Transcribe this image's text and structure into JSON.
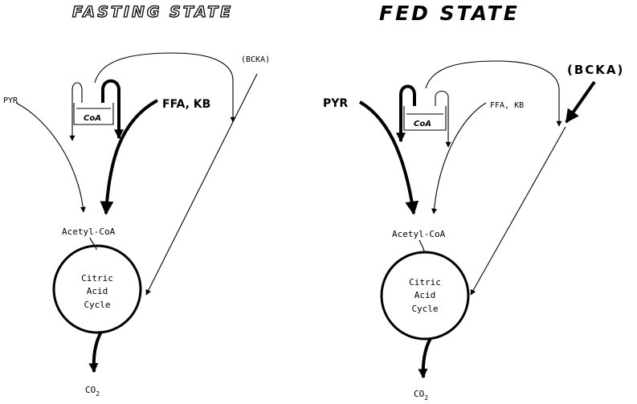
{
  "fasting": {
    "title": "FASTING STATE",
    "pyr": "PYR",
    "ffa_kb": "FFA, KB",
    "bcka": "(BCKA)",
    "coa": "CoA",
    "acetyl_coa": "Acetyl-CoA",
    "cycle_line1": "Citric",
    "cycle_line2": "Acid",
    "cycle_line3": "Cycle",
    "co2": "CO",
    "co2_sub": "2"
  },
  "fed": {
    "title": "FED STATE",
    "pyr": "PYR",
    "ffa_kb": "FFA, KB",
    "bcka": "(BCKA)",
    "coa": "CoA",
    "acetyl_coa": "Acetyl-CoA",
    "cycle_line1": "Citric",
    "cycle_line2": "Acid",
    "cycle_line3": "Cycle",
    "co2": "CO",
    "co2_sub": "2"
  }
}
